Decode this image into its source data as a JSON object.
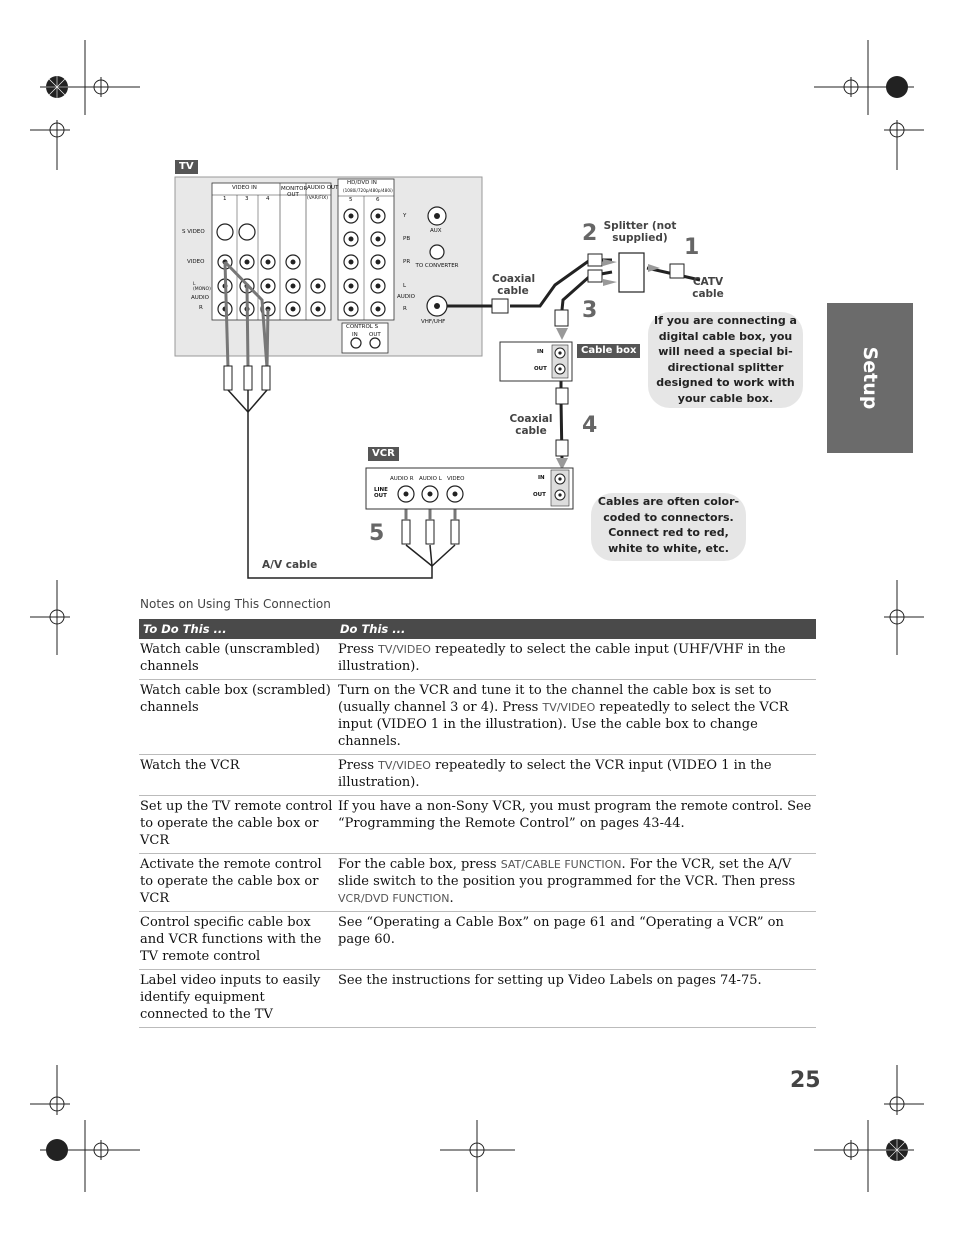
{
  "tab": {
    "label": "Setup"
  },
  "diagram": {
    "tv_tag": "TV",
    "vcr_tag": "VCR",
    "cable_box_tag": "Cable box",
    "panel_labels": {
      "video_in": "VIDEO IN",
      "in1": "1",
      "in3": "3",
      "in4": "4",
      "monitor_out": "MONITOR OUT",
      "audio_out": "AUDIO OUT",
      "audio_out_sub": "(VAR/FIX)",
      "hd_dvd_in": "HD/DVD IN",
      "hd_dvd_sub": "(1080i/720p/480p/480i)",
      "hd5": "5",
      "hd6": "6",
      "s_video": "S VIDEO",
      "video": "VIDEO",
      "l_mono": "L (MONO)",
      "audio": "AUDIO",
      "r": "R",
      "y": "Y",
      "pb": "PB",
      "pr": "PR",
      "l": "L",
      "audio2": "AUDIO",
      "r2": "R",
      "aux": "AUX",
      "to_converter": "TO CONVERTER",
      "vhf_uhf": "VHF/UHF",
      "control_s": "CONTROL S",
      "cs_in": "IN",
      "cs_out": "OUT"
    },
    "labels": {
      "splitter": "Splitter (not supplied)",
      "coaxial_cable_1": "Coaxial cable",
      "catv_cable": "CATV cable",
      "coaxial_cable_2": "Coaxial cable",
      "av_cable": "A/V cable",
      "box_in": "IN",
      "box_out": "OUT",
      "vcr_in": "IN",
      "vcr_out": "OUT",
      "vcr_line_out": "LINE OUT",
      "vcr_audio_r": "AUDIO R",
      "vcr_audio_l": "AUDIO L",
      "vcr_video": "VIDEO"
    },
    "steps": [
      "1",
      "2",
      "3",
      "4",
      "5"
    ],
    "callout_1": "If you are connecting a digital cable box, you will need a special bi-directional splitter designed to work with your cable box.",
    "callout_2": "Cables are often color-coded to connectors. Connect red to red, white to white, etc."
  },
  "notes": {
    "title": "Notes on Using This Connection",
    "headers": [
      "To Do This ...",
      "Do This ..."
    ],
    "rows": [
      {
        "todo": "Watch cable (unscrambled) channels",
        "do_pre": "Press ",
        "do_key": "TV/VIDEO",
        "do_post": " repeatedly to select the cable input (UHF/VHF in the illustration)."
      },
      {
        "todo": "Watch cable box (scrambled) channels",
        "do_pre": "Turn on the VCR and tune it to the channel the cable box is set to (usually channel 3 or 4). Press ",
        "do_key": "TV/VIDEO",
        "do_post": " repeatedly to select the VCR input (VIDEO 1 in the illustration). Use the cable box to change channels."
      },
      {
        "todo": "Watch the VCR",
        "do_pre": "Press ",
        "do_key": "TV/VIDEO",
        "do_post": " repeatedly to select the VCR input (VIDEO 1 in the illustration)."
      },
      {
        "todo": "Set up the TV remote control to operate the cable box or VCR",
        "do_pre": "If you have a non-Sony VCR, you must program the remote control. See “Programming the Remote Control” on pages 43-44.",
        "do_key": "",
        "do_post": ""
      },
      {
        "todo": "Activate the remote control to operate the cable box or VCR",
        "do_pre": "For the cable box, press ",
        "do_key": "SAT/CABLE FUNCTION",
        "do_post": ". For the VCR, set the A/V slide switch to the position you programmed for the VCR. Then press ",
        "do_key2": "VCR/DVD FUNCTION",
        "do_post2": "."
      },
      {
        "todo": "Control specific cable box and VCR functions with the TV remote control",
        "do_pre": "See “Operating a Cable Box” on page 61 and “Operating a VCR” on page 60.",
        "do_key": "",
        "do_post": ""
      },
      {
        "todo": "Label video inputs to easily identify equipment connected to the TV",
        "do_pre": "See the instructions for setting up Video Labels on pages 74-75.",
        "do_key": "",
        "do_post": ""
      }
    ]
  },
  "page_number": "25"
}
